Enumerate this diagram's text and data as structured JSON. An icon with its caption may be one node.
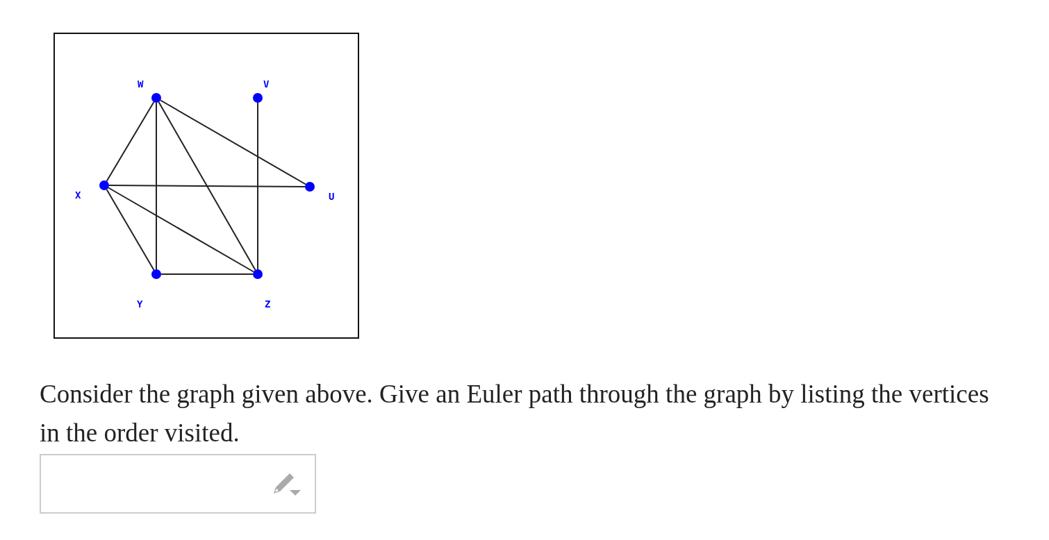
{
  "diagram": {
    "caption": "Consider the graph given above. Give an Euler path through the graph by listing the vertices in the order visited.",
    "nodes": [
      {
        "text": [
          "W"
        ]
      },
      {
        "text": [
          "V"
        ]
      },
      {
        "text": [
          "X"
        ]
      },
      {
        "text": [
          "U"
        ]
      },
      {
        "text": [
          "Y"
        ]
      },
      {
        "text": [
          "Z"
        ]
      }
    ],
    "edges": [
      {
        "from": 0,
        "to": 2,
        "arrow": "none"
      },
      {
        "from": 0,
        "to": 4,
        "arrow": "none"
      },
      {
        "from": 0,
        "to": 5,
        "arrow": "none"
      },
      {
        "from": 0,
        "to": 3,
        "arrow": "none"
      },
      {
        "from": 1,
        "to": 5,
        "arrow": "none"
      },
      {
        "from": 2,
        "to": 3,
        "arrow": "none"
      },
      {
        "from": 2,
        "to": 4,
        "arrow": "none"
      },
      {
        "from": 2,
        "to": 5,
        "arrow": "none"
      },
      {
        "from": 4,
        "to": 5,
        "arrow": "none"
      }
    ]
  }
}
